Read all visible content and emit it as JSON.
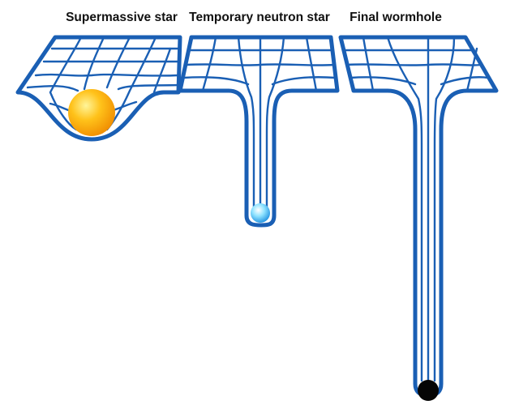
{
  "panels": [
    {
      "label": "Supermassive star",
      "object": "sun-sphere",
      "object_colors": [
        "#fff59a",
        "#ffc21a",
        "#f39a00"
      ]
    },
    {
      "label": "Temporary neutron star",
      "object": "neutron-sphere",
      "object_colors": [
        "#ffffff",
        "#8fe3ff",
        "#1d9be6"
      ]
    },
    {
      "label": "Final wormhole",
      "object": "black-hole-dot",
      "object_colors": [
        "#050505"
      ]
    }
  ],
  "colors": {
    "grid_line": "#1a5fb4",
    "grid_inner": "#ffffff",
    "label_text": "#111111"
  }
}
